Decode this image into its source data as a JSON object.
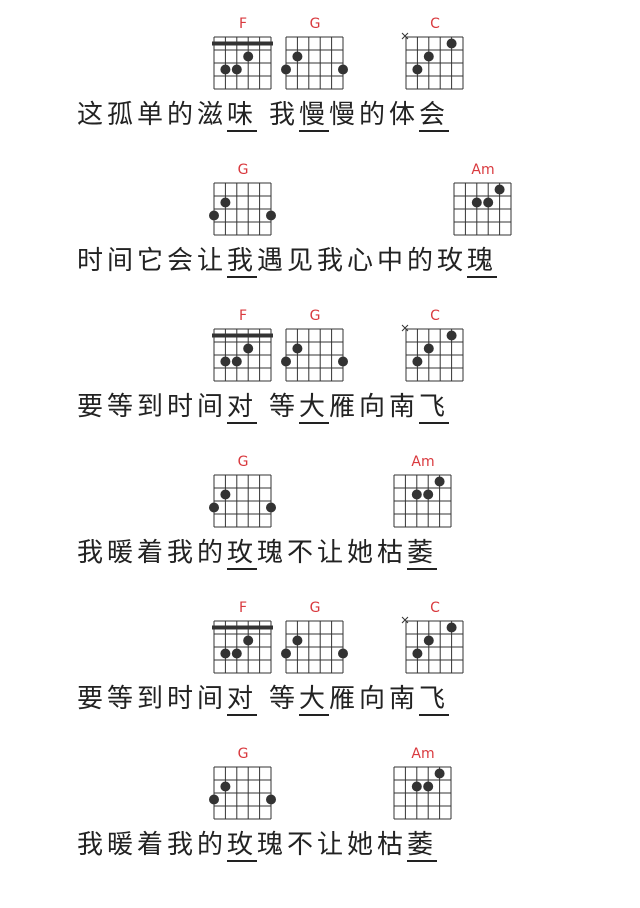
{
  "colors": {
    "chord_name": "#d9393e",
    "grid": "#333333",
    "text": "#222222"
  },
  "chord_shapes": {
    "F": {
      "barre_fret": 1,
      "muted": [],
      "dots": [
        [
          1,
          3
        ],
        [
          2,
          3
        ],
        [
          3,
          2
        ]
      ]
    },
    "G": {
      "barre_fret": 0,
      "muted": [],
      "dots": [
        [
          0,
          3
        ],
        [
          1,
          2
        ],
        [
          5,
          3
        ]
      ]
    },
    "C": {
      "barre_fret": 0,
      "muted": [
        0
      ],
      "dots": [
        [
          1,
          3
        ],
        [
          2,
          2
        ],
        [
          4,
          1
        ]
      ]
    },
    "Am": {
      "barre_fret": 0,
      "muted": [],
      "dots": [
        [
          2,
          2
        ],
        [
          3,
          2
        ],
        [
          4,
          1
        ]
      ]
    }
  },
  "lines": [
    {
      "text": "这孤单的滋味 我慢慢的体会",
      "chords": [
        {
          "index": 5,
          "name": "F"
        },
        {
          "index": 8,
          "name": "G"
        },
        {
          "index": 12,
          "name": "C"
        }
      ]
    },
    {
      "text": "时间它会让我遇见我心中的玫瑰",
      "chords": [
        {
          "index": 5,
          "name": "G"
        },
        {
          "index": 13,
          "name": "Am"
        }
      ]
    },
    {
      "text": "要等到时间对 等大雁向南飞",
      "chords": [
        {
          "index": 5,
          "name": "F"
        },
        {
          "index": 8,
          "name": "G"
        },
        {
          "index": 12,
          "name": "C"
        }
      ]
    },
    {
      "text": "我暖着我的玫瑰不让她枯萎",
      "chords": [
        {
          "index": 5,
          "name": "G"
        },
        {
          "index": 11,
          "name": "Am"
        }
      ]
    },
    {
      "text": "要等到时间对 等大雁向南飞",
      "chords": [
        {
          "index": 5,
          "name": "F"
        },
        {
          "index": 8,
          "name": "G"
        },
        {
          "index": 12,
          "name": "C"
        }
      ]
    },
    {
      "text": "我暖着我的玫瑰不让她枯萎",
      "chords": [
        {
          "index": 5,
          "name": "G"
        },
        {
          "index": 11,
          "name": "Am"
        }
      ]
    }
  ]
}
